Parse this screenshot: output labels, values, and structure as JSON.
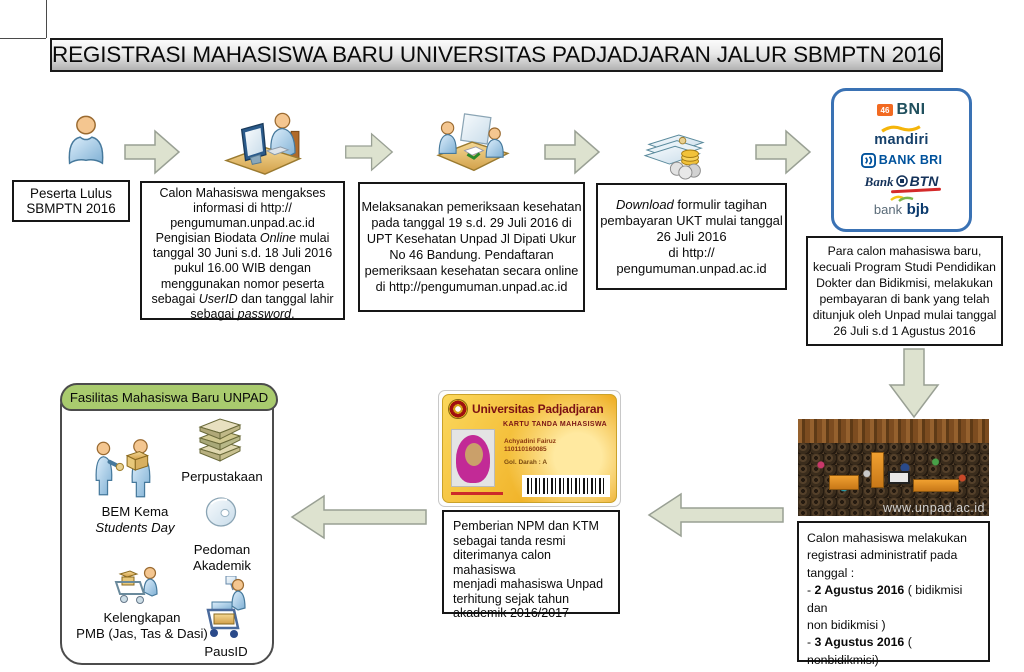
{
  "title": "REGISTRASI MAHASISWA BARU UNIVERSITAS PADJADJARAN JALUR SBMPTN 2016",
  "flow": {
    "step1": {
      "text": "Peserta Lulus\nSBMPTN 2016"
    },
    "step2": {
      "part1": "Calon Mahasiswa mengakses\ninformasi di http://\npengumuman.unpad.ac.id\nPengisian Biodata ",
      "italic1": "Online",
      "part2": " mulai\ntanggal 30 Juni s.d. 18 Juli 2016\npukul 16.00 WIB dengan\nmenggunakan nomor peserta\nsebagai ",
      "italic2": "UserID",
      "part3": " dan tanggal lahir\nsebagai ",
      "italic3": "password",
      "part4": "."
    },
    "step3": {
      "text": "Melaksanakan pemeriksaan kesehatan\npada tanggal 19 s.d. 29 Juli 2016 di\nUPT Kesehatan Unpad Jl Dipati Ukur\nNo 46 Bandung. Pendaftaran\npemeriksaan kesehatan secara online\ndi http://pengumuman.unpad.ac.id"
    },
    "step4": {
      "italic": "Download",
      "text": " formulir tagihan\npembayaran UKT mulai tanggal\n26 Juli 2016\ndi http://\npengumuman.unpad.ac.id"
    },
    "step5": {
      "text": "Para calon mahasiswa baru,\nkecuali Program Studi Pendidikan\nDokter dan Bidikmisi, melakukan\npembayaran di bank yang telah\nditunjuk oleh Unpad mulai tanggal\n26 Juli s.d 1 Agustus 2016"
    },
    "step6": {
      "part1": "Calon mahasiswa melakukan\nregistrasi administratif pada\ntanggal :\n- ",
      "bold1": "2 Agustus 2016",
      "part2": " ( bidikmisi dan\nnon bidikmisi )\n- ",
      "bold2": "3 Agustus 2016",
      "part3": " ( nonbidikmisi)\nSesuai jadwal masing masing."
    },
    "step7": {
      "text": "Pemberian NPM dan KTM\nsebagai tanda resmi\nditerimanya calon mahasiswa\nmenjadi mahasiswa Unpad\nterhitung sejak tahun\nakademik 2016/2017"
    }
  },
  "banks": {
    "bni_mark": "46",
    "bni": "BNI",
    "mandiri": "mandiri",
    "bri": "BANK BRI",
    "btn_prefix": "Bank",
    "btn": "BTN",
    "bjb_prefix": "bank",
    "bjb": "bjb"
  },
  "photo": {
    "watermark": "www.unpad.ac.id"
  },
  "ktm": {
    "university": "Universitas Padjadjaran",
    "card_title": "KARTU TANDA MAHASISWA",
    "name": "Achyadini Fairuz",
    "npm": "110110160085",
    "blood_type": "Gol. Darah : A"
  },
  "fasilitas": {
    "header": "Fasilitas Mahasiswa Baru UNPAD",
    "items": {
      "bem": "BEM Kema",
      "bem_sub": "Students Day",
      "perpustakaan": "Perpustakaan",
      "pedoman": "Pedoman\nAkademik",
      "kelengkapan": "Kelengkapan\nPMB (Jas, Tas & Dasi)",
      "pausid": "PausID"
    }
  },
  "colors": {
    "arrow_fill": "#dde2cf",
    "arrow_border": "#99a094",
    "green_header": "#a9cb6e",
    "bank_box_border": "#3a72b4",
    "card_gold": "#efae22"
  }
}
